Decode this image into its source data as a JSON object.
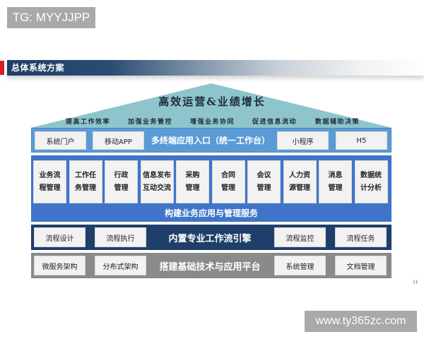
{
  "watermarks": {
    "top": "TG: MYYJJPP",
    "bottom": "www.ty365zc.com"
  },
  "header": {
    "title": "总体系统方案",
    "accent_color": "#d42027",
    "bar_color": "#1e3f66"
  },
  "roof": {
    "title": "高效运营&业绩增长",
    "color": "#8ec5cc",
    "goals": [
      "提高工作效率",
      "加强业务管控",
      "增强业务协同",
      "促进信息流动",
      "数据辅助决策"
    ]
  },
  "layers": {
    "entry": {
      "label": "多终端应用入口（统一工作台）",
      "color": "#5b9bd5",
      "left_items": [
        "系统门户",
        "移动APP"
      ],
      "right_items": [
        "小程序",
        "H5"
      ]
    },
    "business": {
      "label": "构建业务应用与管理服务",
      "color": "#3f74c9",
      "modules": [
        {
          "line1": "业务流",
          "line2": "程管理"
        },
        {
          "line1": "工作任",
          "line2": "务管理"
        },
        {
          "line1": "行政",
          "line2": "管理"
        },
        {
          "line1": "信息发布",
          "line2": "互动交流"
        },
        {
          "line1": "采购",
          "line2": "管理"
        },
        {
          "line1": "合同",
          "line2": "管理"
        },
        {
          "line1": "会议",
          "line2": "管理"
        },
        {
          "line1": "人力资",
          "line2": "源管理"
        },
        {
          "line1": "消息",
          "line2": "管理"
        },
        {
          "line1": "数据统",
          "line2": "计分析"
        }
      ]
    },
    "workflow": {
      "label": "内置专业工作流引擎",
      "color": "#1f3f6a",
      "left_items": [
        "流程设计",
        "流程执行"
      ],
      "right_items": [
        "流程监控",
        "流程任务"
      ]
    },
    "platform": {
      "label": "搭建基础技术与应用平台",
      "color": "#8a8a8a",
      "left_items": [
        "微服务架构",
        "分布式架构"
      ],
      "right_items": [
        "系统管理",
        "文档管理"
      ]
    }
  },
  "page_number": "11"
}
